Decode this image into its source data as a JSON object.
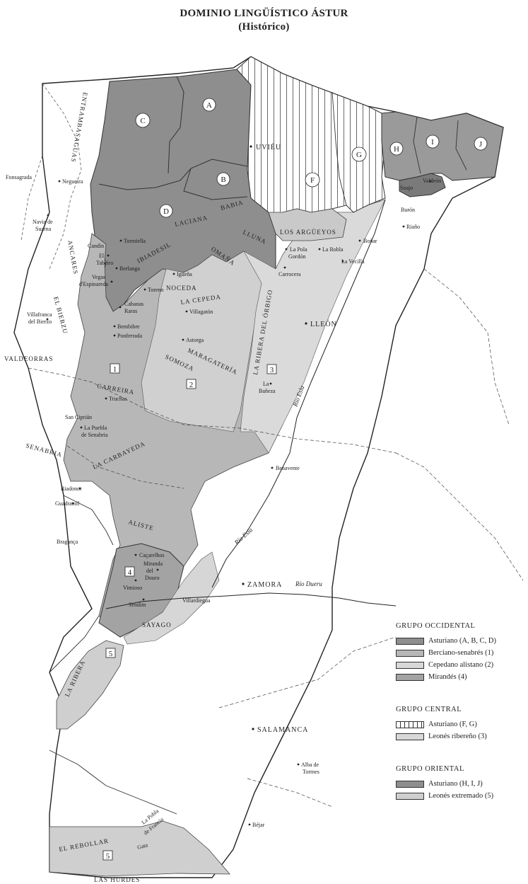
{
  "title": {
    "line1": "DOMINIO LINGÜÍSTICO ÁSTUR",
    "line2": "(Histórico)"
  },
  "zone_labels": {
    "a": "A",
    "b": "B",
    "c": "C",
    "d": "D",
    "f": "F",
    "g": "G",
    "h": "H",
    "i": "I",
    "j": "J",
    "n1": "1",
    "n2": "2",
    "n3": "3",
    "n4": "4",
    "n5a": "5",
    "n5b": "5"
  },
  "cities": {
    "uvieu": "UVIÉU",
    "lleon": "LLEÓN",
    "zamora": "ZAMORA",
    "salamanca": "SALAMANCA"
  },
  "areas": {
    "laciana": "LACIANA",
    "babia": "BABIA",
    "arguellos": "LOS ARGÜEYOS",
    "lluna": "LLUNA",
    "omana": "OMAÑA",
    "ibiadesil": "IBIADESIL",
    "noceda": "NOCEDA",
    "cepeda": "LA CEPEDA",
    "maragateria": "MARAGATERÍA",
    "somoza": "SOMOZA",
    "ribera_orbigo": "LA RIBERA DEL ÓRBIGO",
    "carreira": "CARREIRA",
    "senabria": "SENABRIA",
    "carbayeda": "LA CARBAYEDA",
    "aliste": "ALISTE",
    "sayago": "SAYAGO",
    "la_ribera": "LA RIBERA",
    "rebollar": "EL REBOLLAR",
    "hurdes": "LAS HURDES",
    "valdeorras": "VALDEORRAS",
    "bierzu": "EL BIERZU",
    "ancares": "ANCARES",
    "extremadura": "ENTRAMBASAGUAS"
  },
  "places": {
    "fonsagrada": "Fonsagrada",
    "negueira": "Negueira",
    "navia": "Navia de",
    "suarna": "Suarna",
    "candin": "Candín",
    "tormiella": "Tormiella",
    "tabeiro": "El",
    "tabeiro2": "Tabeiro",
    "berlanga": "Berlanga",
    "vegas": "Vegas",
    "espinareda": "d'Espinareda",
    "toreno": "Toreno",
    "igueña": "Igüeña",
    "cabanas": "Cabanas",
    "raras": "Raras",
    "villagaton": "Villagatón",
    "villafranca": "Villafranca",
    "delbierzo": "del Bierzo",
    "bembibre": "Bembibre",
    "ponferrada": "Ponferrada",
    "astorga": "Astorga",
    "labanza": "La",
    "banieza": "Bañeza",
    "truchas": "Truchas",
    "sanciprian": "San Ciprián",
    "lapuebla": "La Puebla",
    "desenabria": "de Senabria",
    "benavente": "Benavente",
    "riadonor": "Riadonor",
    "guadramil": "Guadramil",
    "braganza": "Bragança",
    "caçarelhos": "Caçarelhos",
    "miranda": "Miranda",
    "del": "del",
    "douro": "Douro",
    "vimioso": "Vimioso",
    "sendim": "Sendim",
    "villardiegua": "Villardiegua",
    "lapola": "La Pola",
    "gordon": "Gordón",
    "larobla": "La Robla",
    "carrocera": "Carrocera",
    "bonar": "Boñar",
    "lavecilla": "La Vecilla",
    "valdeon": "Valdeón",
    "sajambre": "Soajo",
    "burón": "Burón",
    "riano": "Riaño",
    "albadetormes": "Alba de",
    "tormes": "Tormes",
    "bejar": "Béjar",
    "gata": "Gata",
    "lapobla": "La Pobla",
    "defrancia": "de Francia"
  },
  "rivers": {
    "esla_n": "Río Esla",
    "esla_s": "Río Esla",
    "duero": "Río Dueru"
  },
  "legend": {
    "occidental": {
      "title": "GRUPO OCCIDENTAL",
      "items": [
        "Asturiano (A, B, C, D)",
        "Berciano-senabrés (1)",
        "Cepedano alistano (2)",
        "Mirandés (4)"
      ]
    },
    "central": {
      "title": "GRUPO CENTRAL",
      "items": [
        "Asturiano (F, G)",
        "Leonés ribereño (3)"
      ]
    },
    "oriental": {
      "title": "GRUPO ORIENTAL",
      "items": [
        "Asturiano (H, I, J)",
        "Leonés extremado (5)"
      ]
    }
  },
  "colors": {
    "asturiano_occidental": "#8e8e8e",
    "berciano": "#b7b7b7",
    "cepedano": "#d8d8d8",
    "mirandes": "#a3a3a3",
    "ribereño": "#d6d6d6",
    "oriental": "#9a9a9a",
    "extremado": "#cfcfcf"
  }
}
